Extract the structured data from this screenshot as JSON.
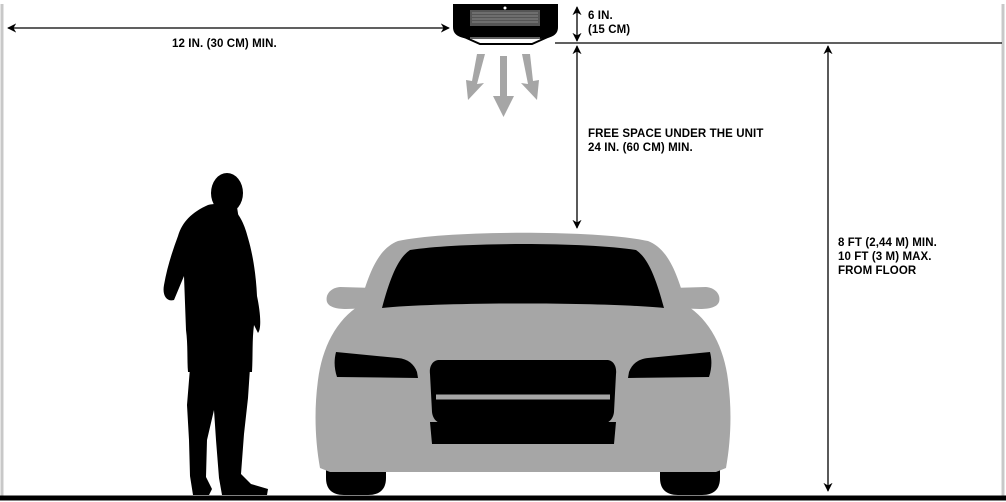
{
  "labels": {
    "side_clearance": "12 IN. (30 CM) MIN.",
    "top_clearance_line1": "6 IN.",
    "top_clearance_line2": "(15 CM)",
    "free_space_line1": "FREE SPACE UNDER THE UNIT",
    "free_space_line2": "24 IN. (60 CM) MIN.",
    "height_line1": "8 FT (2,44 M) MIN.",
    "height_line2": "10 FT (3 M) MAX.",
    "height_line3": "FROM FLOOR"
  },
  "colors": {
    "ink": "#000000",
    "car_body": "#a6a6a6",
    "arrows": "#a6a6a6",
    "frame": "#c8c8c8"
  }
}
